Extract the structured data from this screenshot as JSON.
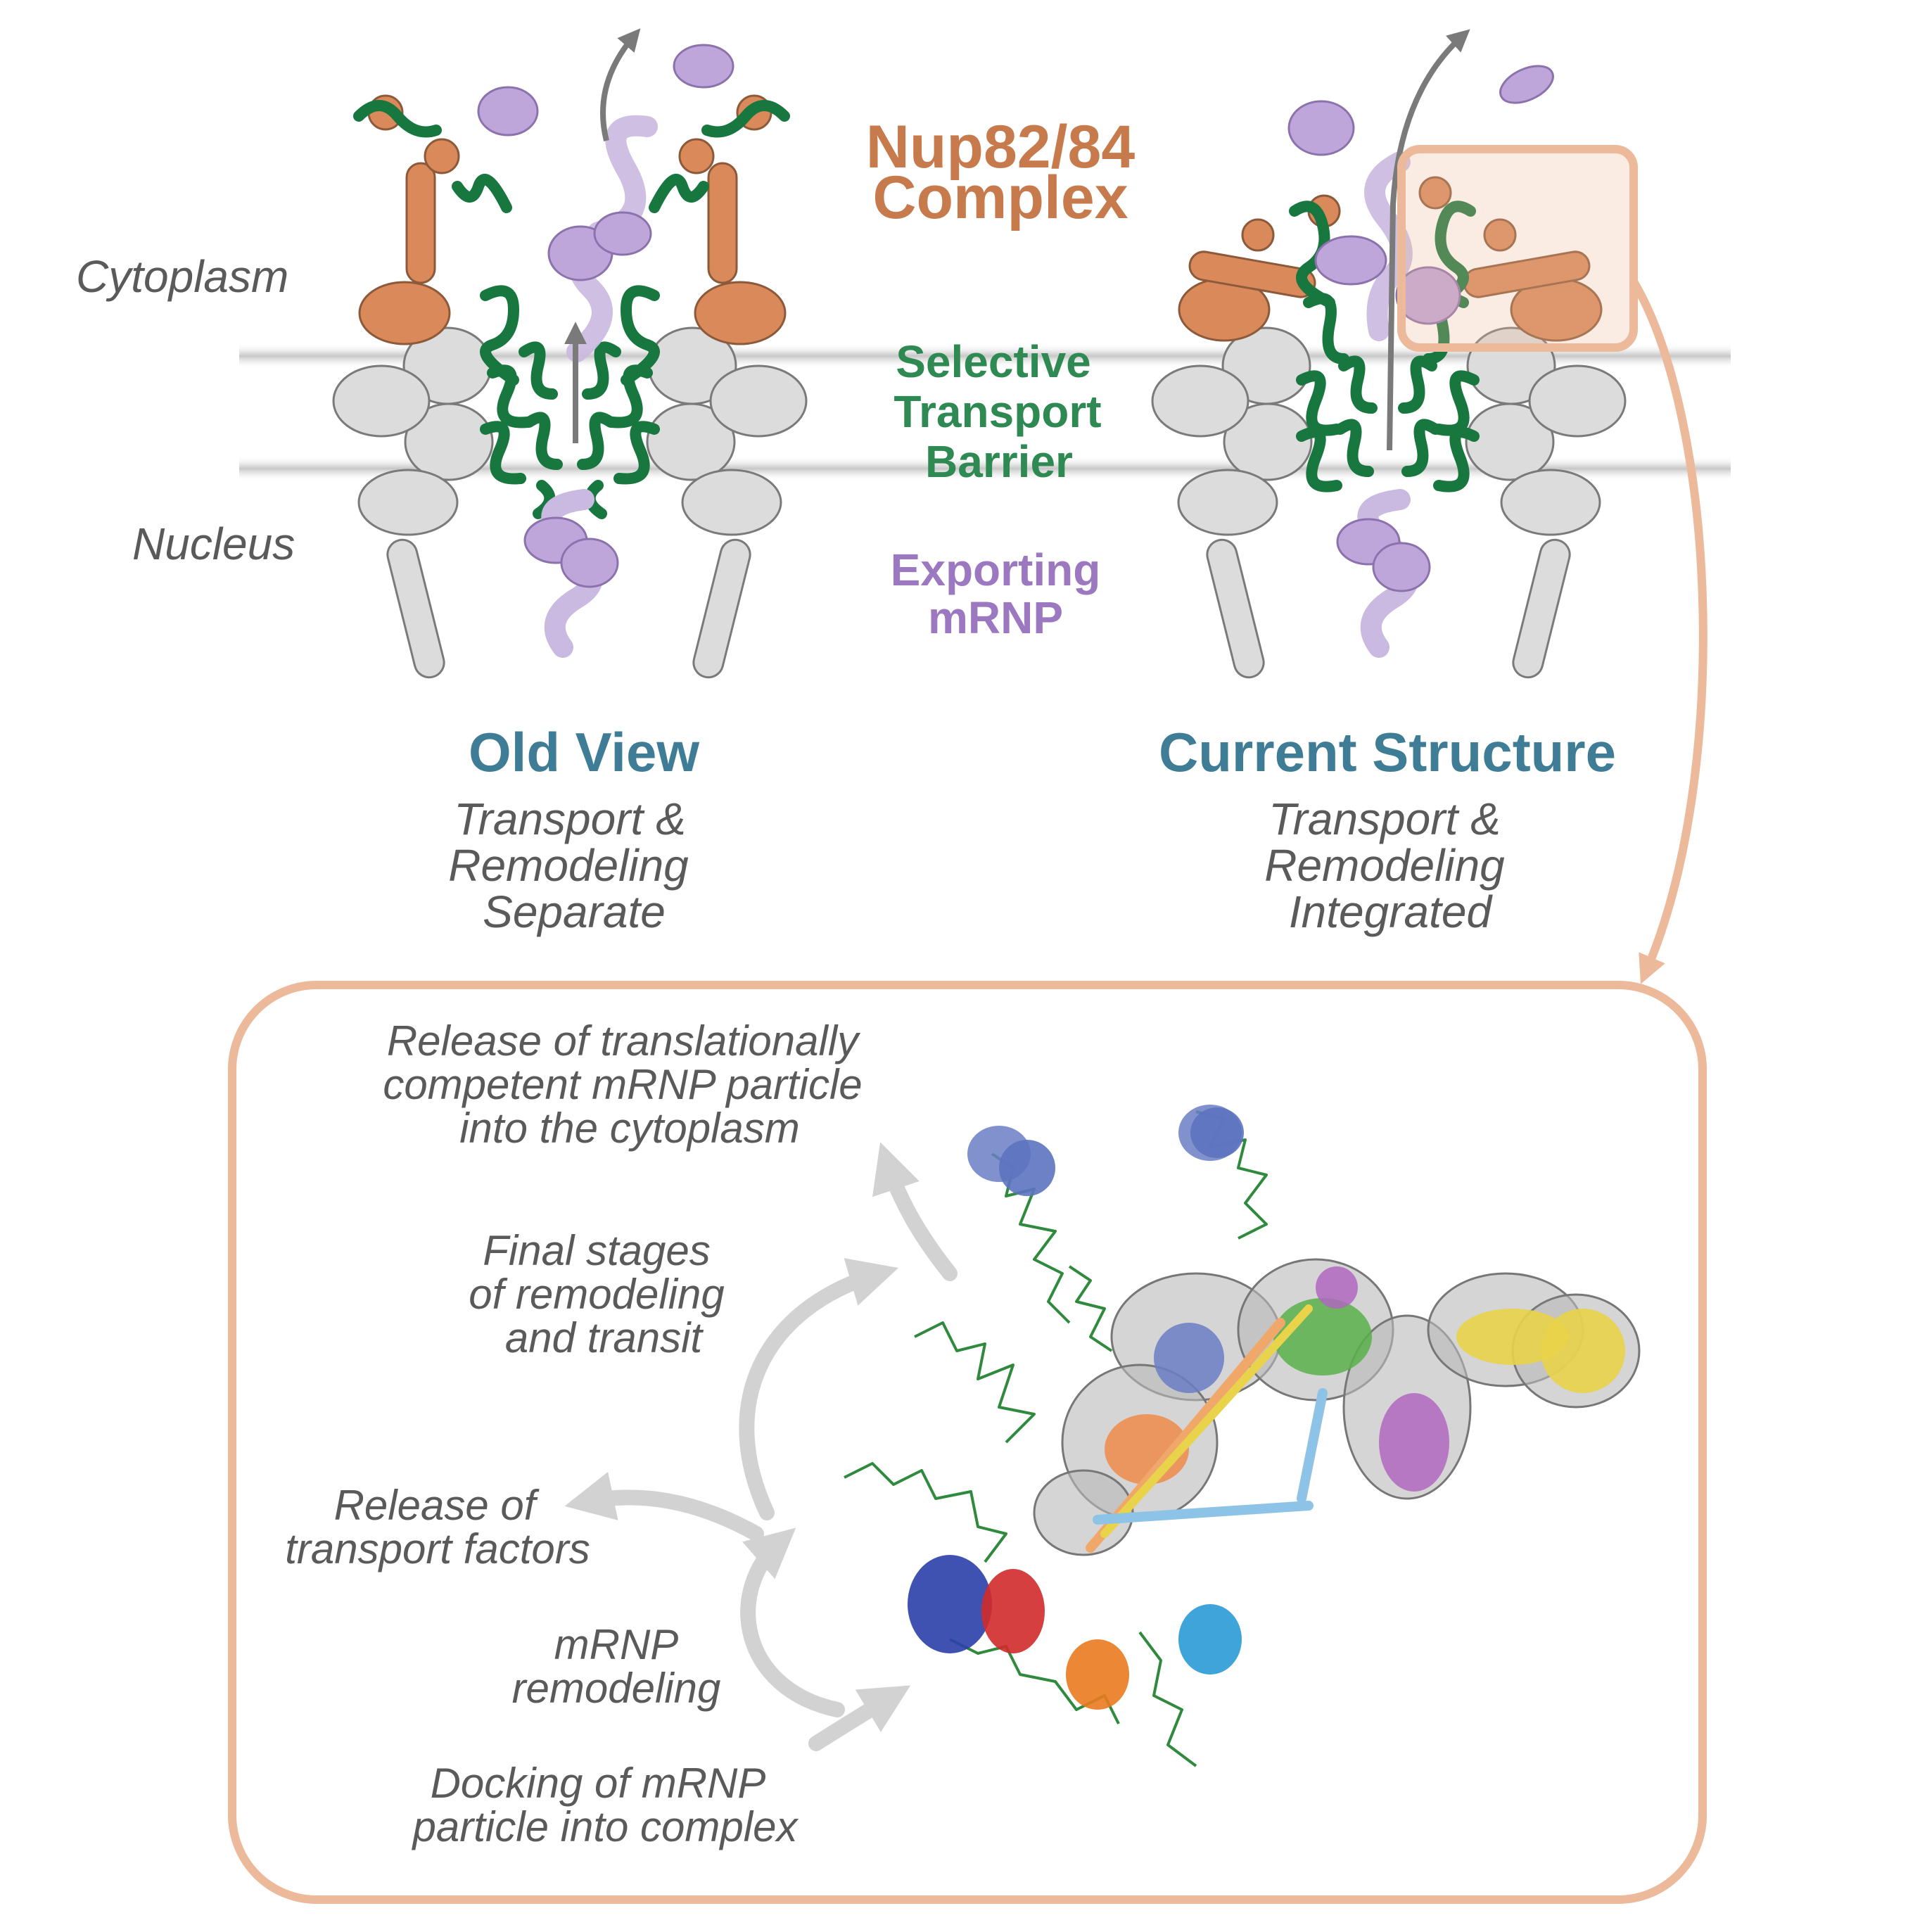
{
  "colors": {
    "nup_orange": "#d9895a",
    "fg_green": "#17773e",
    "mrnp_purple": "#bfa6da",
    "scaffold_gray": "#dcdcdc",
    "frame_peach": "#ecb99a",
    "heading_blue": "#3f7d97",
    "text_gray": "#5a5a5a"
  },
  "side_labels": {
    "cytoplasm": "Cytoplasm",
    "nucleus": "Nucleus"
  },
  "legend": {
    "nup_line1": "Nup82/84",
    "nup_line2": "Complex",
    "barrier_line1": "Selective",
    "barrier_line2": "Transport",
    "barrier_line3": "Barrier",
    "mrnp_line1": "Exporting",
    "mrnp_line2": "mRNP"
  },
  "old_view": {
    "title": "Old View",
    "line1": "Transport &",
    "line2": "Remodeling",
    "line3": "Separate"
  },
  "current_structure": {
    "title": "Current Structure",
    "line1": "Transport &",
    "line2": "Remodeling",
    "line3": "Integrated"
  },
  "inset": {
    "release_mrnp": [
      "Release of translationally",
      "competent mRNP particle",
      "into the cytoplasm"
    ],
    "final_stages": [
      "Final stages",
      "of remodeling",
      "and transit"
    ],
    "release_factors": [
      "Release of",
      "transport factors"
    ],
    "remodeling": [
      "mRNP",
      "remodeling"
    ],
    "docking": [
      "Docking of mRNP",
      "particle into complex"
    ],
    "structure_icon": "protein-structure-model-icon"
  }
}
